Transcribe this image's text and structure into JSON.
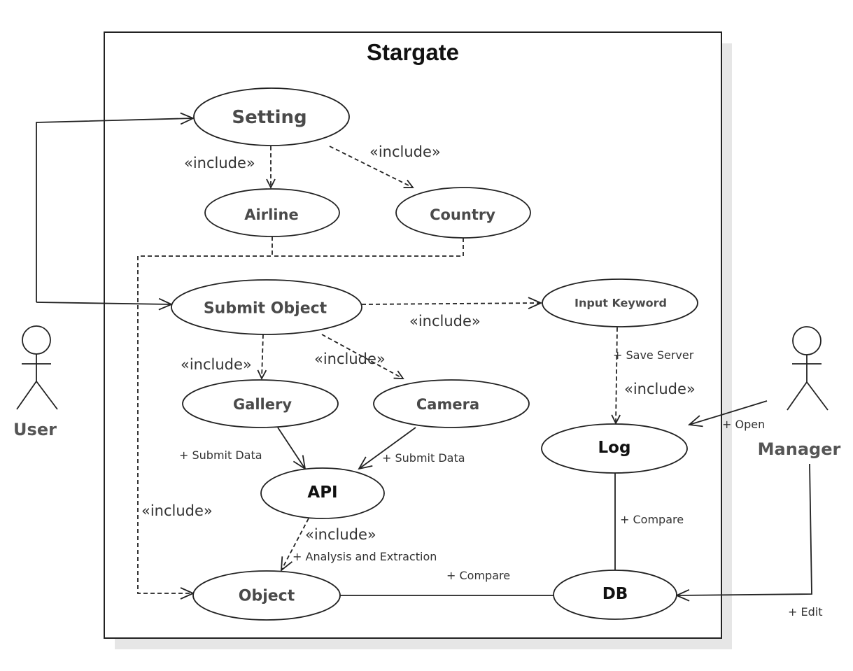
{
  "system": {
    "title": "Stargate"
  },
  "actors": {
    "user": "User",
    "manager": "Manager"
  },
  "use_cases": {
    "setting": "Setting",
    "airline": "Airline",
    "country": "Country",
    "submit_object": "Submit Object",
    "input_keyword": "Input Keyword",
    "gallery": "Gallery",
    "camera": "Camera",
    "log": "Log",
    "api": "API",
    "object": "Object",
    "db": "DB"
  },
  "stereotypes": {
    "include": "«include»"
  },
  "notes": {
    "save_server": "+   Save Server",
    "submit_data_gallery": "+   Submit Data",
    "submit_data_camera": "+   Submit Data",
    "open": "+   Open",
    "compare_log": "+   Compare",
    "analysis": "+   Analysis and Extraction",
    "compare_db": "+   Compare",
    "edit": "+   Edit"
  }
}
